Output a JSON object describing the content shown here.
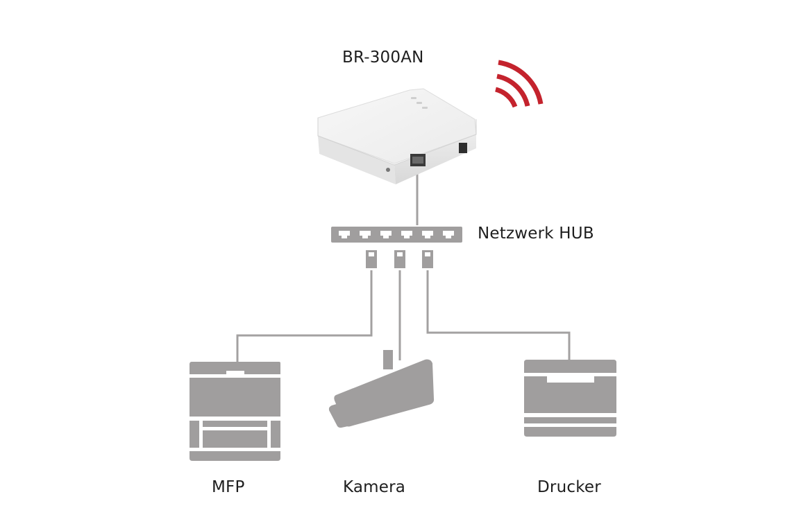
{
  "diagram": {
    "title": "BR-300AN network diagram",
    "colors": {
      "device_gray": "#a09e9e",
      "line_gray": "#a3a1a1",
      "wifi_red": "#c4232d",
      "text": "#1e1e1e",
      "router_white": "#eeeeee"
    },
    "nodes": {
      "router": {
        "label": "BR-300AN",
        "icon": "router-icon"
      },
      "hub": {
        "label": "Netzwerk HUB",
        "icon": "network-hub-icon",
        "ports": 6
      },
      "mfp": {
        "label": "MFP",
        "icon": "multifunction-printer-icon"
      },
      "camera": {
        "label": "Kamera",
        "icon": "security-camera-icon"
      },
      "printer": {
        "label": "Drucker",
        "icon": "printer-icon"
      }
    },
    "edges": [
      {
        "from": "router",
        "to": "hub"
      },
      {
        "from": "hub",
        "to": "mfp"
      },
      {
        "from": "hub",
        "to": "camera"
      },
      {
        "from": "hub",
        "to": "printer"
      }
    ],
    "wireless": {
      "icon": "wifi-signal-icon",
      "arcs": 3
    }
  }
}
